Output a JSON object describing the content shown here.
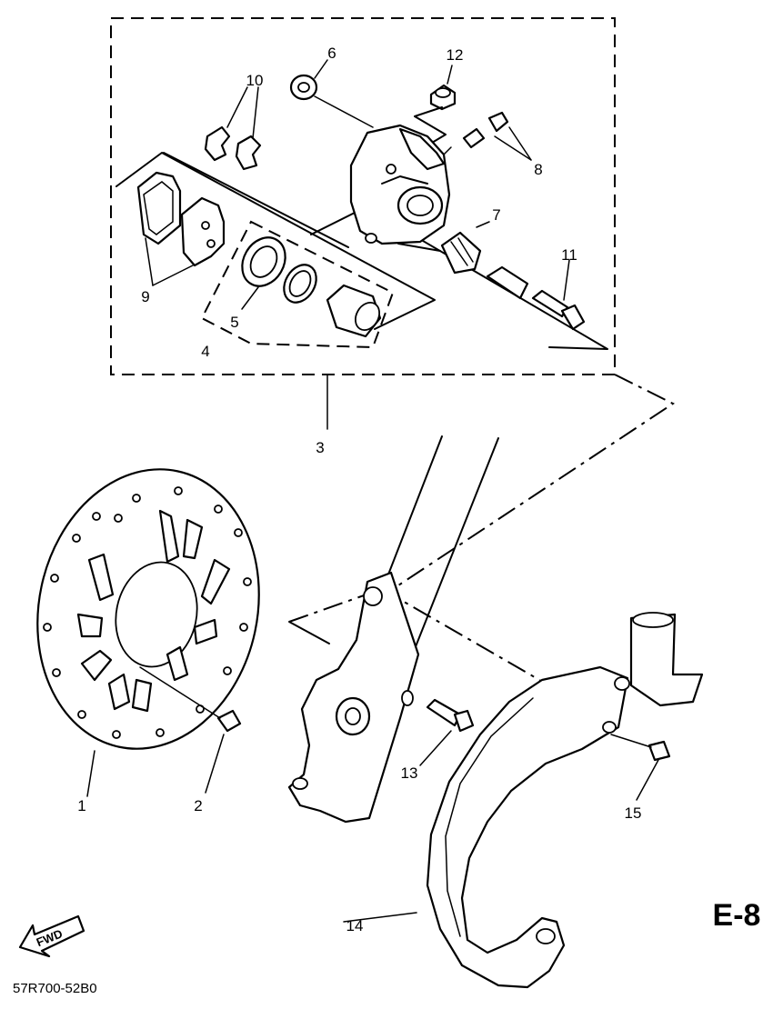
{
  "callouts": [
    "1",
    "2",
    "3",
    "4",
    "5",
    "6",
    "7",
    "8",
    "9",
    "10",
    "11",
    "12",
    "13",
    "14",
    "15"
  ],
  "page_code": "E-8",
  "direction_label": "FWD",
  "drawing_ref": "57R700-52B0"
}
